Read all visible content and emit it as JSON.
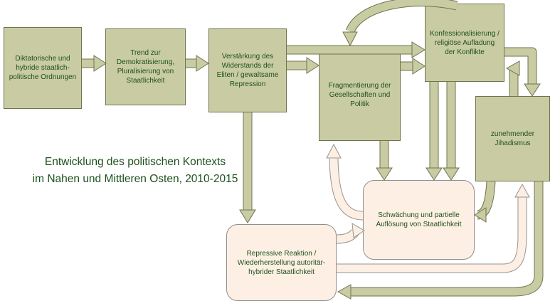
{
  "diagram": {
    "title": {
      "line1": "Entwicklung des politischen Kontexts",
      "line2": "im Nahen und Mittleren Osten, 2010-2015"
    },
    "boxes": {
      "diktatorische_ordnungen": "Diktatorische und hybride staatlich-politische Ordnungen",
      "trend_demokratisierung": "Trend zur Demokratisierung, Pluralisierung von Staatlichkeit",
      "verstaerkung_widerstand": "Verstärkung des Widerstands der Eliten / gewaltsame Repression",
      "fragmentierung": "Fragmentierung der Gesellschaften und Politik",
      "konfessionalisierung": "Konfessionalisierung / religiöse Aufladung der Konflikte",
      "jihadismus": "zunehmender Jihadismus",
      "schwaechung_aufloesung": "Schwächung und partielle Auflösung von Staatlichkeit",
      "repressive_reaktion": "Repressive Reaktion / Wiederherstellung autoritär-hybrider Staatlichkeit"
    },
    "colors": {
      "process_box_fill": "#c9cba3",
      "process_box_border": "#70744f",
      "text": "#1d511d",
      "feedback_box_fill": "#fdefe3",
      "feedback_box_border": "#8f8f8f",
      "background": "#ffffff"
    }
  }
}
